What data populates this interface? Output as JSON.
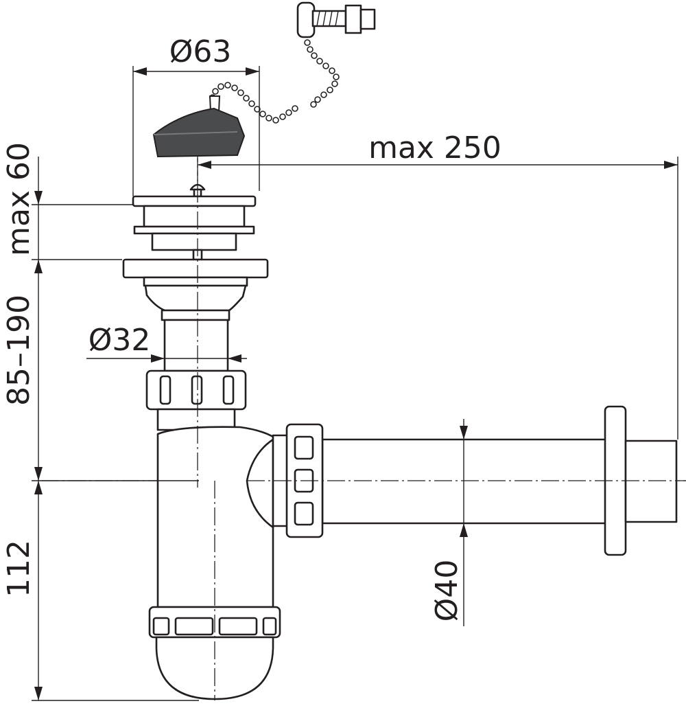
{
  "diagram": {
    "dimensions": {
      "top_diameter": "Ø63",
      "max_reach": "max 250",
      "max_height": "max 60",
      "height_range": "85–190",
      "tube_diameter": "Ø32",
      "bottom_height": "112",
      "outlet_diameter": "Ø40"
    }
  }
}
